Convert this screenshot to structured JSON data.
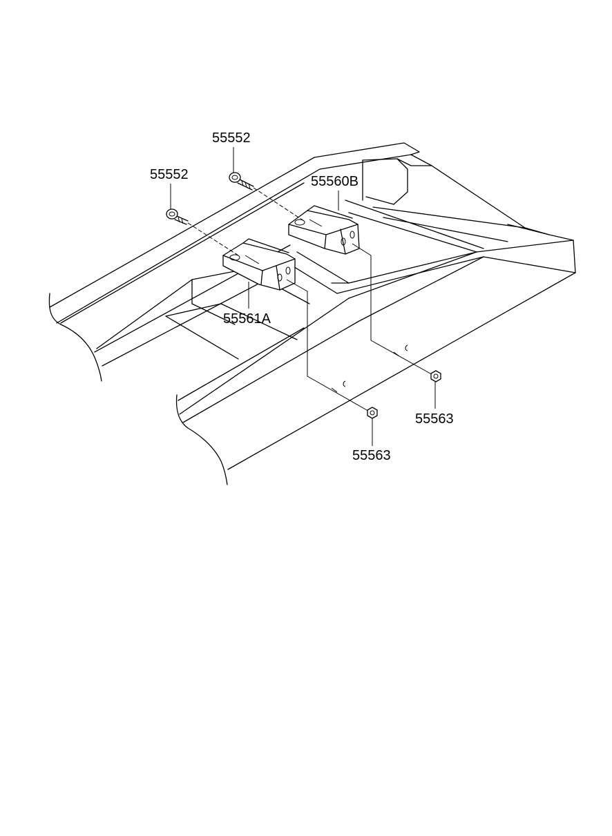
{
  "labels": {
    "bolt_rear": "55552",
    "bolt_front": "55552",
    "bracket_b": "55560B",
    "bracket_a": "55561A",
    "nut_right": "55563",
    "nut_left": "55563"
  }
}
